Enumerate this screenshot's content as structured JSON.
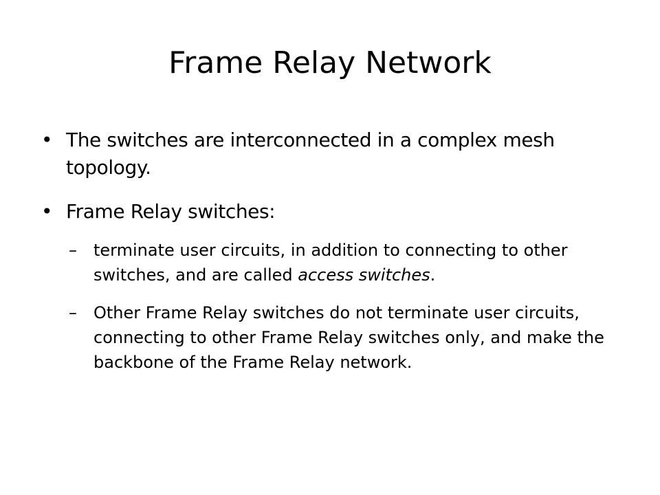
{
  "slide": {
    "title": "Frame Relay Network",
    "bullets": [
      {
        "marker": "•",
        "text": "The switches are interconnected in a complex mesh topology."
      },
      {
        "marker": "•",
        "text": "Frame Relay switches:"
      }
    ],
    "sub_bullets": [
      {
        "marker": "–",
        "text_before": "terminate user circuits, in addition to connecting to other switches, and are called ",
        "emphasis": "access switches",
        "text_after": "."
      },
      {
        "marker": "–",
        "text": "Other Frame Relay switches do not terminate user circuits, connecting to other Frame Relay switches only, and make the backbone of the Frame Relay network."
      }
    ]
  }
}
